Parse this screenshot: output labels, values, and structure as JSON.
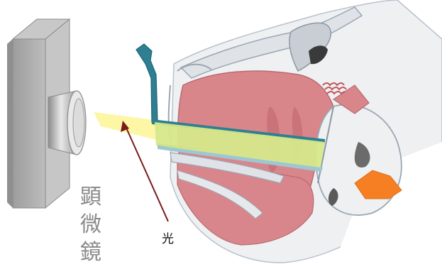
{
  "labels": {
    "microscope_chars": [
      "顕",
      "微",
      "鏡"
    ],
    "light": "光"
  },
  "colors": {
    "microscope_body": "#a9a9a9",
    "light_beam": "#fdf6a0",
    "light_beam_inside": "#d6e88a",
    "speculum": "#2f7f92",
    "tissue": "#d9868b",
    "outline": "#9aa7b3",
    "arrow": "#7a1b1b",
    "eardrum_mark": "#f57f22"
  }
}
